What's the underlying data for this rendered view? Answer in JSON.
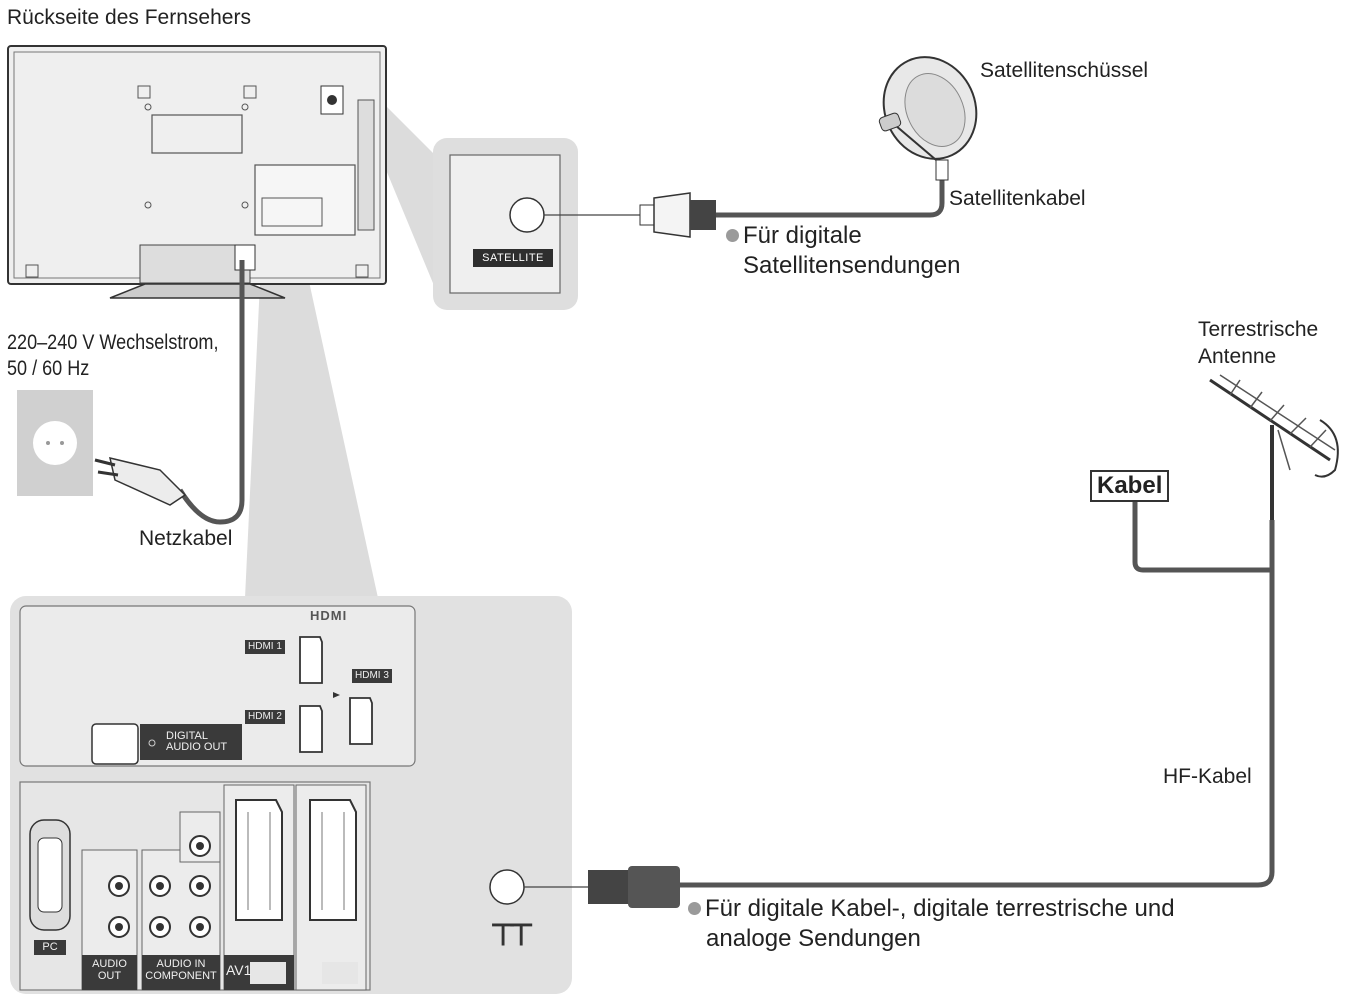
{
  "labels": {
    "tv_back_title": "Rückseite des Fernsehers",
    "power_spec_line1": "220–240 V Wechselstrom,",
    "power_spec_line2": "50 / 60 Hz",
    "power_cable": "Netzkabel",
    "satellite_dish": "Satellitenschüssel",
    "satellite_cable": "Satellitenkabel",
    "satellite_note_line1": "Für digitale",
    "satellite_note_line2": "Satellitensendungen",
    "terrestrial_antenna_line1": "Terrestrische",
    "terrestrial_antenna_line2": "Antenne",
    "cable_box": "Kabel",
    "rf_cable": "HF-Kabel",
    "rf_note_line1": "Für digitale Kabel-, digitale terrestrische und",
    "rf_note_line2": "analoge Sendungen"
  },
  "panel": {
    "satellite_badge": "SATELLITE",
    "hdmi_logo": "HDMI",
    "hdmi1": "HDMI 1",
    "hdmi2": "HDMI 2",
    "hdmi3": "HDMI 3",
    "digital_audio_line1": "DIGITAL",
    "digital_audio_line2": "AUDIO OUT",
    "pc": "PC",
    "audio_out_line1": "AUDIO",
    "audio_out_line2": "OUT",
    "audio_in_line1": "AUDIO IN",
    "audio_in_line2": "COMPONENT",
    "av1": "AV1",
    "antenna_symbol": "⊤⊤"
  },
  "colors": {
    "cable": "#555555",
    "panel_bg": "#e1e1e1",
    "outlet_bg": "#d0d0d0",
    "tag_bg": "#3a3a3a"
  }
}
